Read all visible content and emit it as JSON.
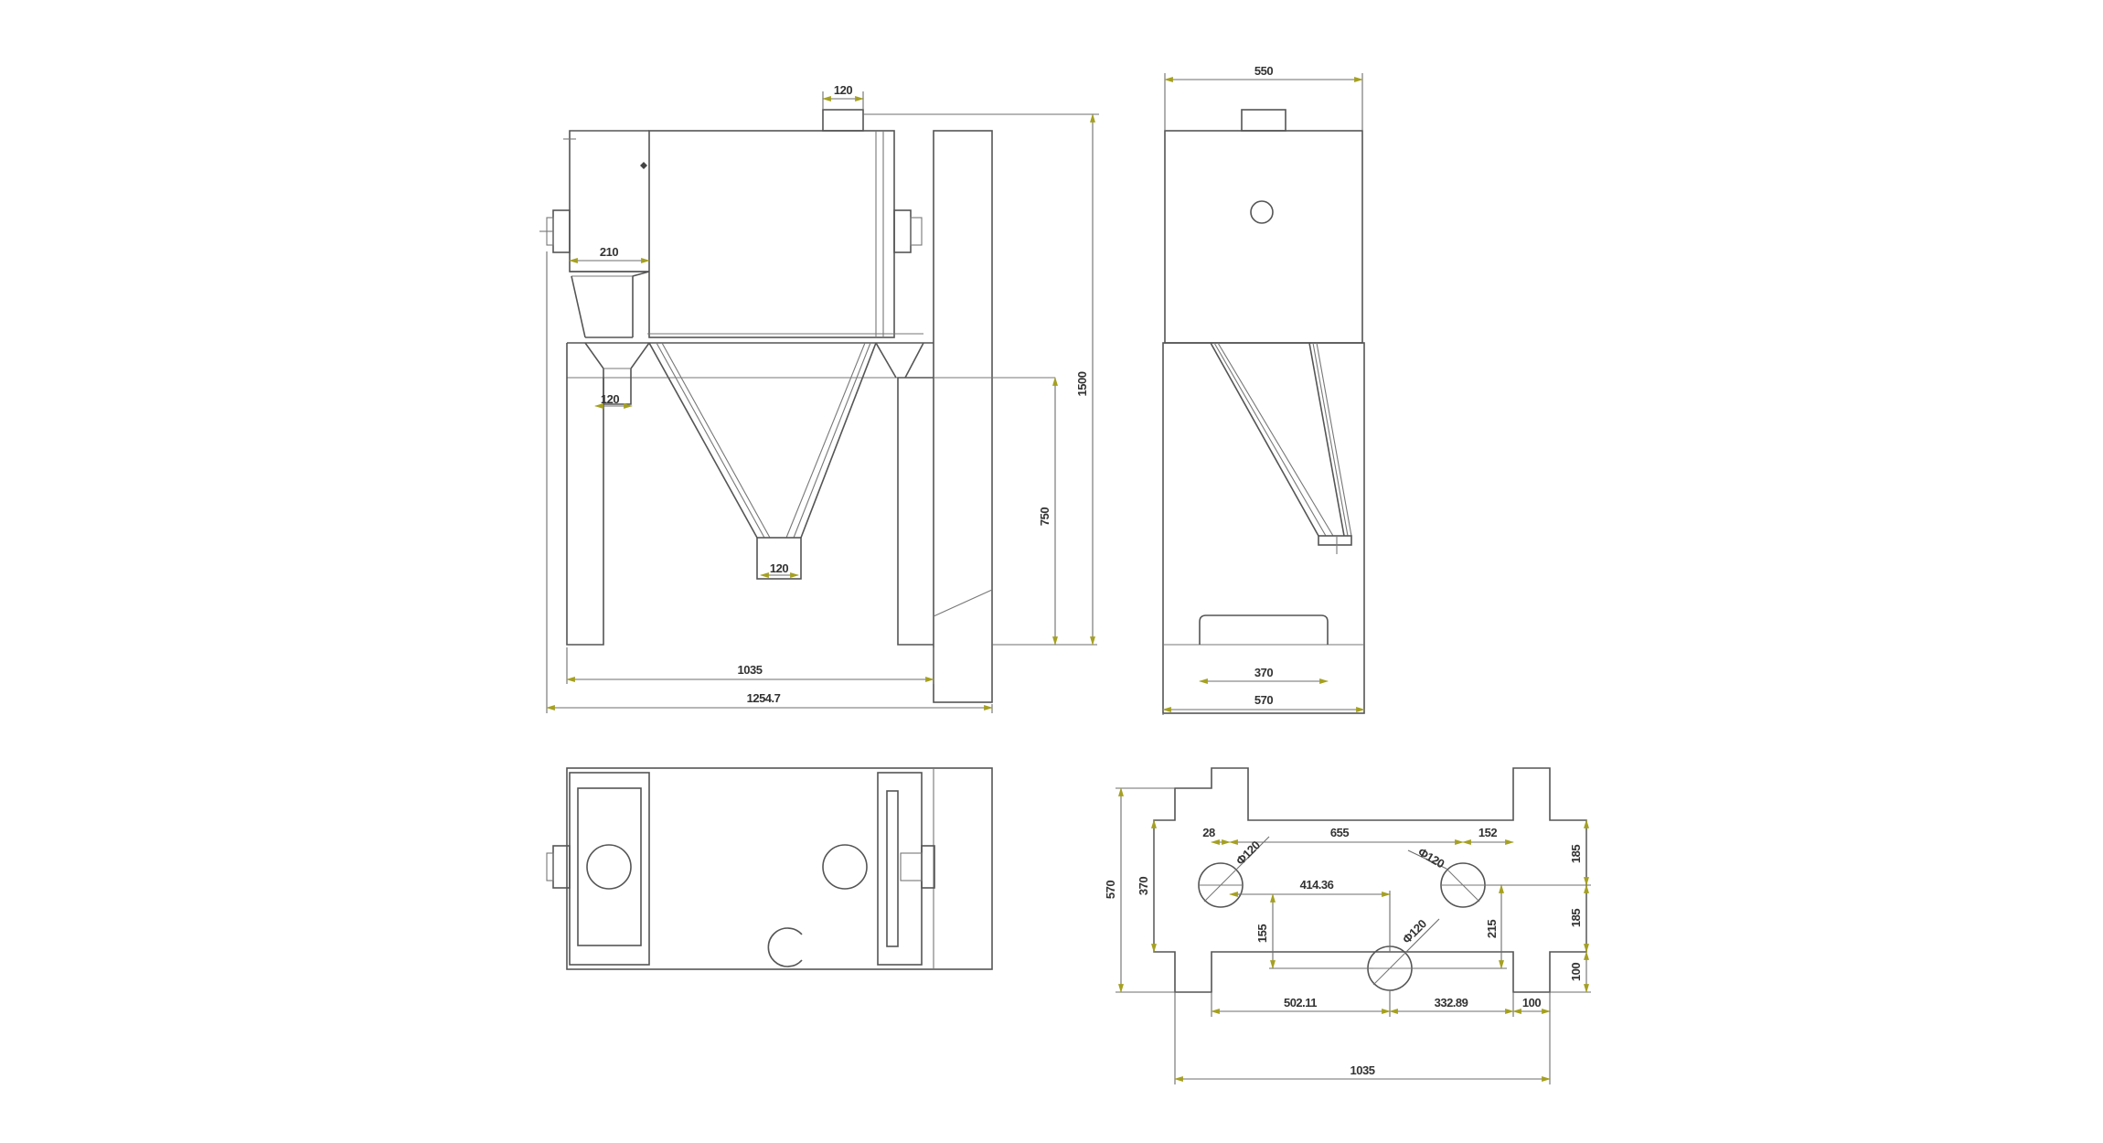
{
  "colors": {
    "line": "#555555",
    "dimension": "#6d6d6d",
    "arrow": "#a5a020",
    "text": "#333333"
  },
  "front_view": {
    "top_port_width": "120",
    "side_hopper_width": "210",
    "side_outlet_width": "120",
    "cone_outlet_width": "120",
    "leg_height": "750",
    "total_height": "1500",
    "leg_span": "1035",
    "overall_width": "1254.7"
  },
  "side_view": {
    "top_width": "550",
    "door_width": "370",
    "base_width": "570"
  },
  "base_plate": {
    "overall_depth": "570",
    "inner_depth": "370",
    "spacing_x1": "28",
    "spacing_x2": "655",
    "spacing_x3": "152",
    "spacing_x4": "414.36",
    "spacing_y1": "155",
    "spacing_y2": "215",
    "right_upper": "185",
    "right_lower": "185",
    "right_tab": "100",
    "bottom_a": "502.11",
    "bottom_b": "332.89",
    "bottom_c": "100",
    "bottom_total": "1035",
    "hole_1": "Φ120",
    "hole_2": "Φ120",
    "hole_3": "Φ120"
  }
}
